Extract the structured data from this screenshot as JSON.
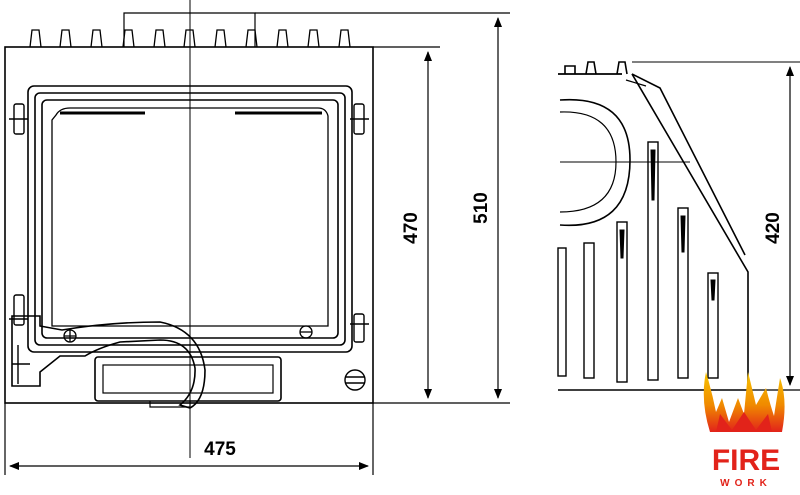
{
  "dimensions": {
    "width_front": "475",
    "height_inner": "470",
    "height_total": "510",
    "height_side": "420"
  },
  "logo": {
    "word": "FIRE",
    "subword": "WORK",
    "colors": {
      "flame_top": "#f6c300",
      "flame_bottom": "#e2231a",
      "text": "#e2231a"
    }
  },
  "colors": {
    "line": "#000000",
    "background": "#ffffff"
  }
}
